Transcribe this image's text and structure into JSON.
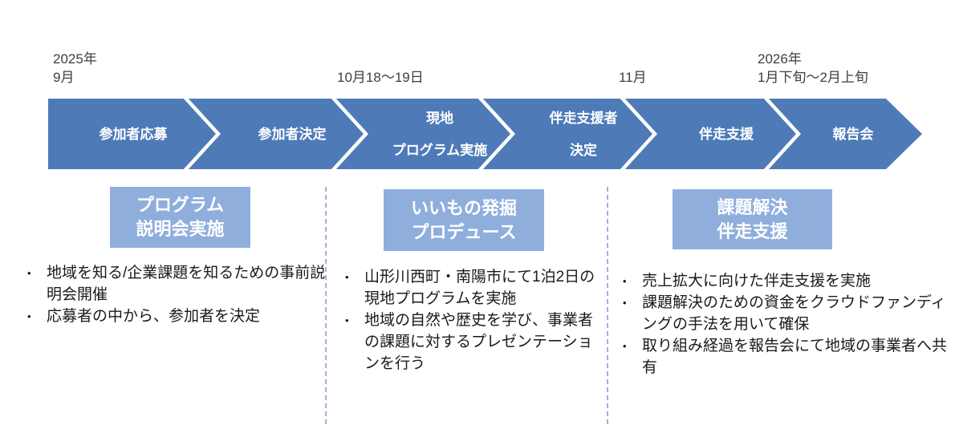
{
  "colors": {
    "band": "#4e7bb7",
    "box": "#8faedc",
    "dash": "#9fb3d9",
    "date_text": "#3f3f3f",
    "body_text": "#1a1a1a"
  },
  "bullet_char": "•",
  "timeline": {
    "dates": [
      {
        "line1": "2025年",
        "line2": "9月"
      },
      {
        "line2": "10月18～19日"
      },
      {
        "line2": "11月"
      },
      {
        "line1": "2026年",
        "line2": "1月下旬～2月上旬"
      }
    ],
    "stages": [
      {
        "line1": "参加者応募"
      },
      {
        "line1": "参加者決定"
      },
      {
        "line1": "現地",
        "line2": "プログラム実施"
      },
      {
        "line1": "伴走支援者",
        "line2": "決定"
      },
      {
        "line1": "伴走支援"
      },
      {
        "line1": "報告会"
      }
    ]
  },
  "phases": [
    {
      "title_line1": "プログラム",
      "title_line2": "説明会実施",
      "bullets": [
        "地域を知る/企業課題を知るための事前説明会開催",
        "応募者の中から、参加者を決定"
      ]
    },
    {
      "title_line1": "いいもの発掘",
      "title_line2": "プロデュース",
      "bullets": [
        "山形川西町・南陽市にて1泊2日の現地プログラムを実施",
        "地域の自然や歴史を学び、事業者の課題に対するプレゼンテーションを行う"
      ]
    },
    {
      "title_line1": "課題解決",
      "title_line2": "伴走支援",
      "bullets": [
        "売上拡大に向けた伴走支援を実施",
        "課題解決のための資金をクラウドファンディングの手法を用いて確保",
        "取り組み経過を報告会にて地域の事業者へ共有"
      ]
    }
  ]
}
